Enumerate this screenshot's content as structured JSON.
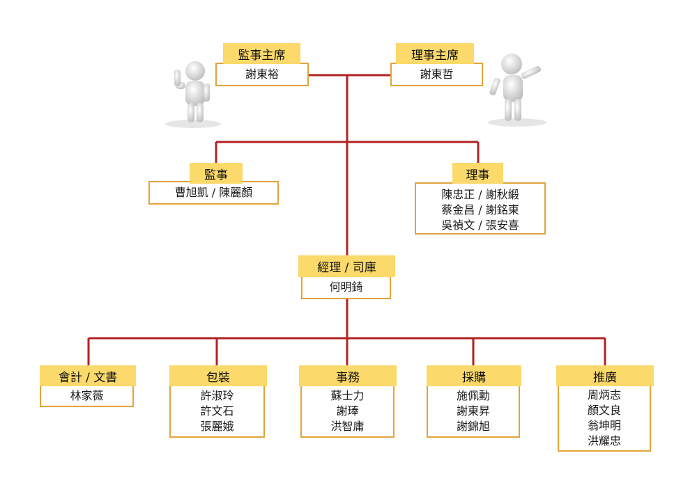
{
  "chairs": {
    "supervisor_chair": {
      "title": "監事主席",
      "names": [
        "謝東裕"
      ]
    },
    "board_chair": {
      "title": "理事主席",
      "names": [
        "謝東哲"
      ]
    }
  },
  "boards": {
    "supervisors": {
      "title": "監事",
      "names": [
        "曹旭凱 / 陳麗顏"
      ]
    },
    "directors": {
      "title": "理事",
      "names": [
        "陳忠正 / 謝秋緞",
        "蔡金昌 / 謝銘東",
        "吳禎文 / 張安喜"
      ]
    }
  },
  "manager": {
    "title": "經理 / 司庫",
    "names": [
      "何明錡"
    ]
  },
  "departments": [
    {
      "title": "會計 / 文書",
      "names": [
        "林家薇"
      ]
    },
    {
      "title": "包裝",
      "names": [
        "許淑玲",
        "許文石",
        "張麗娥"
      ]
    },
    {
      "title": "事務",
      "names": [
        "蘇士力",
        "謝琫",
        "洪智庸"
      ]
    },
    {
      "title": "採購",
      "names": [
        "施佩勳",
        "謝東昇",
        "謝錦旭"
      ]
    },
    {
      "title": "推廣",
      "names": [
        "周炳志",
        "顏文良",
        "翁坤明",
        "洪耀忠"
      ]
    }
  ],
  "colors": {
    "line": "#b22222",
    "header": "#fbd96a",
    "border": "#e3a33b"
  },
  "figures": {
    "left": "thumbs-up-person-icon",
    "right": "presenting-person-icon"
  }
}
